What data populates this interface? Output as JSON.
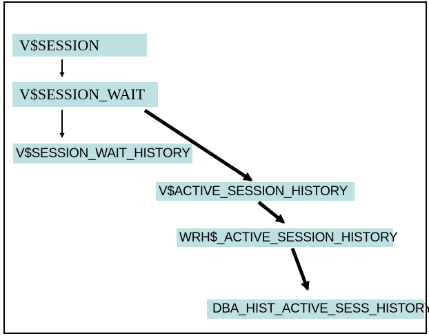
{
  "diagram": {
    "background_color": "#ffffff",
    "border_color": "#000000",
    "node_fill_color": "#bfe0e2",
    "node_text_color": "#000000",
    "arrow_color": "#000000",
    "nodes": [
      {
        "id": "v-session",
        "label": "V$SESSION"
      },
      {
        "id": "v-session-wait",
        "label": "V$SESSION_WAIT"
      },
      {
        "id": "v-session-wait-history",
        "label": "V$SESSION_WAIT_HISTORY"
      },
      {
        "id": "v-active-session-history",
        "label": "V$ACTIVE_SESSION_HISTORY"
      },
      {
        "id": "wrh-active-session-history",
        "label": "WRH$_ACTIVE_SESSION_HISTORY"
      },
      {
        "id": "dba-hist-active-sess-history",
        "label": "DBA_HIST_ACTIVE_SESS_HISTORY"
      }
    ],
    "edges": [
      {
        "from": "V$SESSION",
        "to": "V$SESSION_WAIT",
        "weight": "thin"
      },
      {
        "from": "V$SESSION_WAIT",
        "to": "V$SESSION_WAIT_HISTORY",
        "weight": "thin"
      },
      {
        "from": "V$SESSION_WAIT",
        "to": "V$ACTIVE_SESSION_HISTORY",
        "weight": "thick"
      },
      {
        "from": "V$ACTIVE_SESSION_HISTORY",
        "to": "WRH$_ACTIVE_SESSION_HISTORY",
        "weight": "thick"
      },
      {
        "from": "WRH$_ACTIVE_SESSION_HISTORY",
        "to": "DBA_HIST_ACTIVE_SESS_HISTORY",
        "weight": "thick"
      }
    ]
  }
}
